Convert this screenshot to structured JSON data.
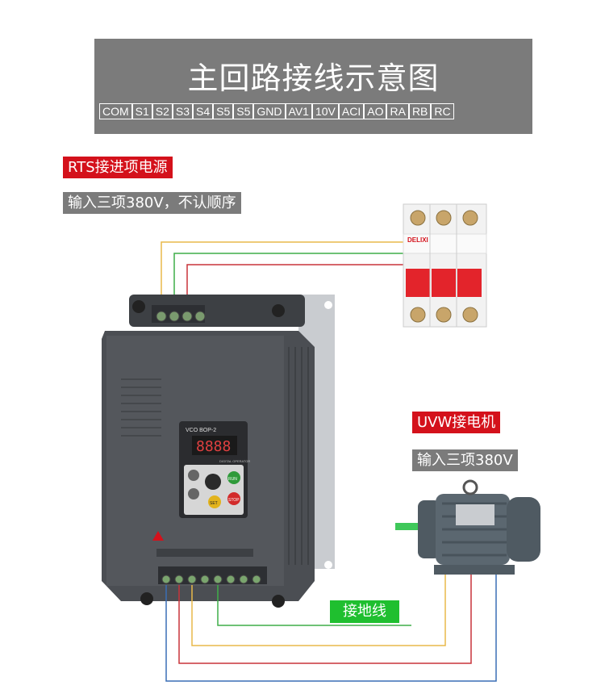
{
  "header": {
    "title": "主回路接线示意图",
    "terminals": [
      "COM",
      "S1",
      "S2",
      "S3",
      "S4",
      "S5",
      "S5",
      "GND",
      "AV1",
      "10V",
      "ACI",
      "AO",
      "RA",
      "RB",
      "RC"
    ]
  },
  "input_section": {
    "badge": "RTS接进项电源",
    "note": "输入三项380V，不认顺序"
  },
  "motor_section": {
    "badge": "UVW接电机",
    "note": "输入三项380V"
  },
  "ground_label": "接地线",
  "breaker": {
    "brand": "DELIXI"
  },
  "inverter": {
    "panel_label": "VCO BOP-2",
    "display": "8888",
    "sub_label": "DIGITAL OPERATOR",
    "btn_run": "RUN",
    "btn_set": "SET",
    "btn_stop": "STOP"
  },
  "colors": {
    "red_badge": "#d4111b",
    "gray_badge": "#7b7b7b",
    "green_badge": "#1fbf2f",
    "wire_yellow": "#e8b84a",
    "wire_green": "#3fae49",
    "wire_red": "#c8343a",
    "wire_blue": "#3a6fb5",
    "inverter_body": "#4b4e53",
    "motor_body": "#5b6770"
  }
}
